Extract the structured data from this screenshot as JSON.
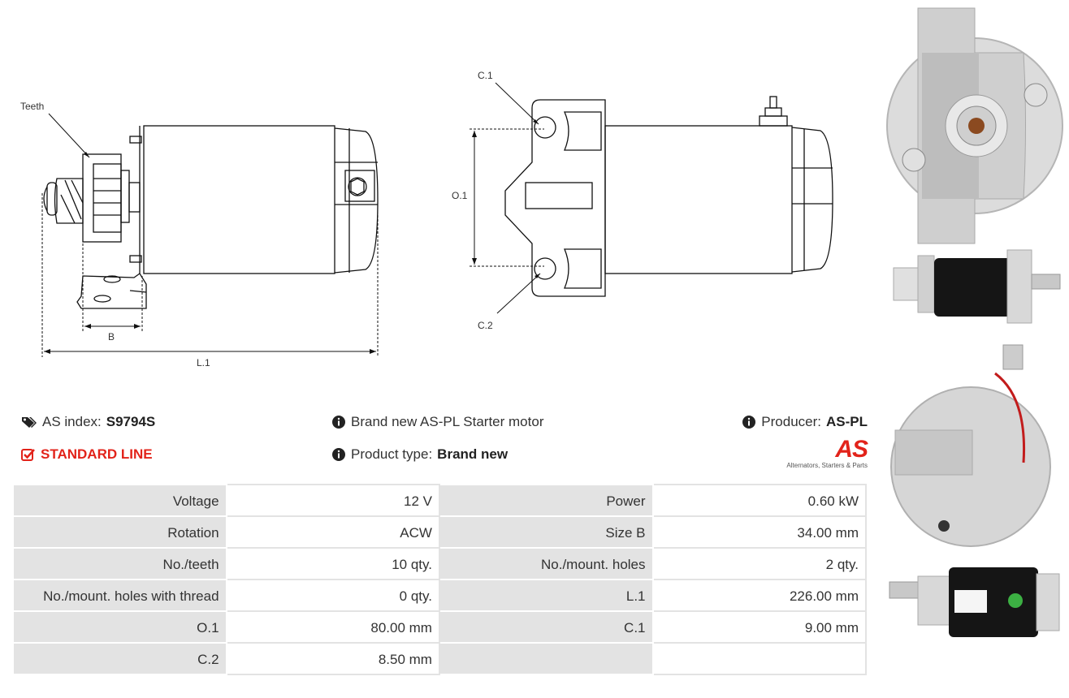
{
  "drawing": {
    "teeth_label": "Teeth",
    "b_label": "B",
    "l1_label": "L.1",
    "c1_label": "C.1",
    "c2_label": "C.2",
    "o1_label": "O.1"
  },
  "info": {
    "as_index_label": "AS index:",
    "as_index_value": "S9794S",
    "line_label": "STANDARD LINE",
    "description": "Brand new AS-PL Starter motor",
    "product_type_label": "Product type:",
    "product_type_value": "Brand new",
    "producer_label": "Producer:",
    "producer_value": "AS-PL",
    "logo_text": "AS",
    "logo_tagline": "Alternators, Starters & Parts"
  },
  "specs": [
    [
      "Voltage",
      "12 V",
      "Power",
      "0.60 kW"
    ],
    [
      "Rotation",
      "ACW",
      "Size B",
      "34.00 mm"
    ],
    [
      "No./teeth",
      "10 qty.",
      "No./mount. holes",
      "2 qty."
    ],
    [
      "No./mount. holes with thread",
      "0 qty.",
      "L.1",
      "226.00 mm"
    ],
    [
      "O.1",
      "80.00 mm",
      "C.1",
      "9.00 mm"
    ],
    [
      "C.2",
      "8.50 mm",
      "",
      ""
    ]
  ],
  "colors": {
    "accent": "#e2231a",
    "label_bg": "#e3e3e3"
  },
  "icons": {
    "tag": "tags-icon",
    "check": "check-square-icon",
    "info": "info-circle-icon"
  }
}
